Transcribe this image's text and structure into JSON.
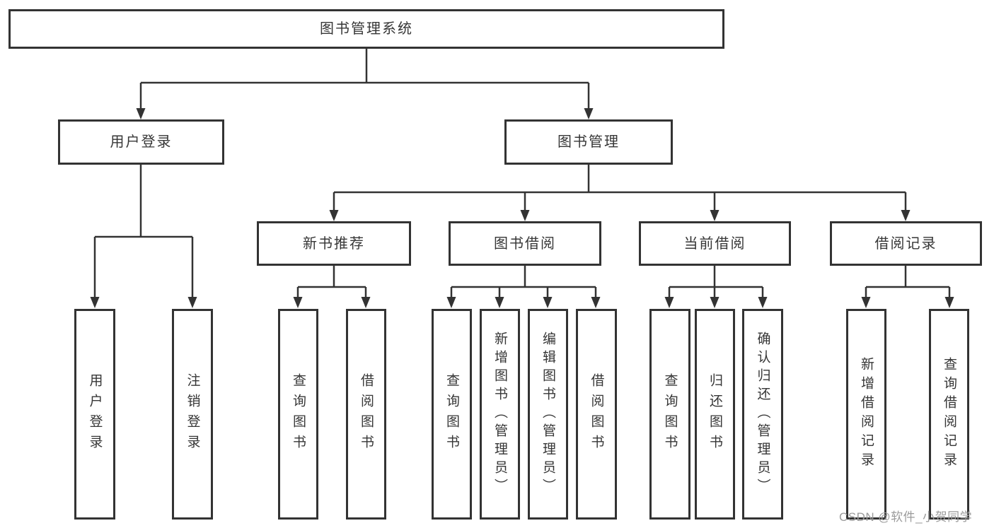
{
  "diagram": {
    "root": {
      "label": "图书管理系统"
    },
    "level2": {
      "user_login": {
        "label": "用户登录"
      },
      "book_management": {
        "label": "图书管理"
      }
    },
    "level3": {
      "new_book_recommend": {
        "label": "新书推荐"
      },
      "book_borrow": {
        "label": "图书借阅"
      },
      "current_borrow": {
        "label": "当前借阅"
      },
      "borrow_record": {
        "label": "借阅记录"
      }
    },
    "leaves": {
      "user_login": [
        "用户登录",
        "注销登录"
      ],
      "new_book_recommend": [
        "查询图书",
        "借阅图书"
      ],
      "book_borrow": [
        "查询图书",
        "新增图书（管理员）",
        "编辑图书（管理员）",
        "借阅图书"
      ],
      "current_borrow": [
        "查询图书",
        "归还图书",
        "确认归还（管理员）"
      ],
      "borrow_record": [
        "新增借阅记录",
        "查询借阅记录"
      ]
    },
    "watermark": "CSDN @软件_小贺同学",
    "colors": {
      "line": "#333333",
      "text": "#363636",
      "watermark": "#9b9b9b",
      "background": "#ffffff"
    }
  }
}
